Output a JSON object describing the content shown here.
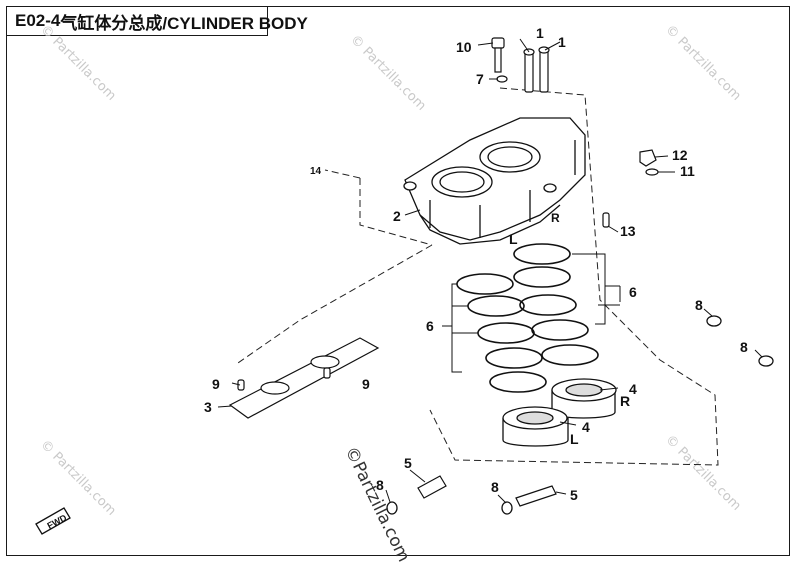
{
  "title": {
    "code": "E02-4",
    "name": "气缸体分总成/CYLINDER BODY"
  },
  "callouts": {
    "c1a": "1",
    "c1b": "1",
    "c2": "2",
    "c3": "3",
    "c4a": "4",
    "c4b": "4",
    "c5a": "5",
    "c5b": "5",
    "c6a": "6",
    "c6b": "6",
    "c7": "7",
    "c8a": "8",
    "c8b": "8",
    "c8c": "8",
    "c8d": "8",
    "c9a": "9",
    "c9b": "9",
    "c10": "10",
    "c11": "11",
    "c12": "12",
    "c13": "13",
    "c14": "14"
  },
  "side_marks": {
    "l_cyl": "L",
    "r_cyl": "R",
    "r_piston": "R",
    "l_piston": "L"
  },
  "direction_badge": "FWD",
  "watermark": {
    "text": "© Partzilla.com",
    "center": "©Partzilla.com"
  }
}
